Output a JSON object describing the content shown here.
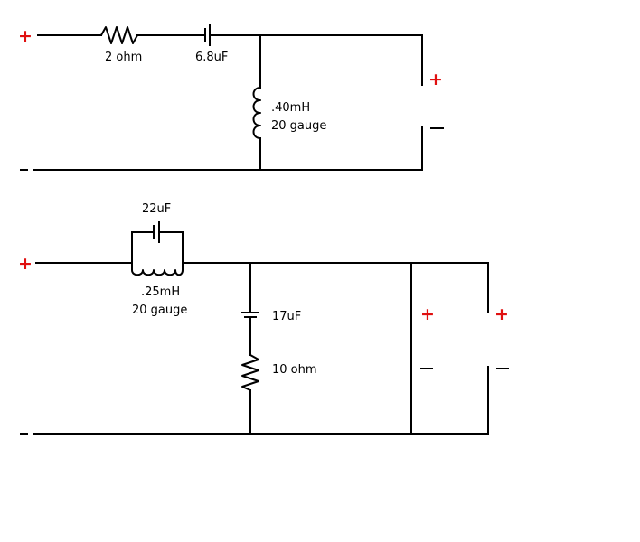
{
  "colors": {
    "wire": "#000000",
    "positive": "#e01010",
    "negative": "#000000",
    "background": "#ffffff"
  },
  "circuit1": {
    "input_positive": "+",
    "input_negative": "–",
    "resistor_label": "2 ohm",
    "capacitor_label": "6.8uF",
    "inductor_value": ".40mH",
    "inductor_gauge": "20 gauge",
    "output_positive": "+",
    "output_negative": "—"
  },
  "circuit2": {
    "input_positive": "+",
    "input_negative": "–",
    "parallel_capacitor_label": "22uF",
    "inductor_value": ".25mH",
    "inductor_gauge": "20 gauge",
    "shunt_capacitor_label": "17uF",
    "shunt_resistor_label": "10 ohm",
    "output1_positive": "+",
    "output1_negative": "—",
    "output2_positive": "+",
    "output2_negative": "—"
  }
}
